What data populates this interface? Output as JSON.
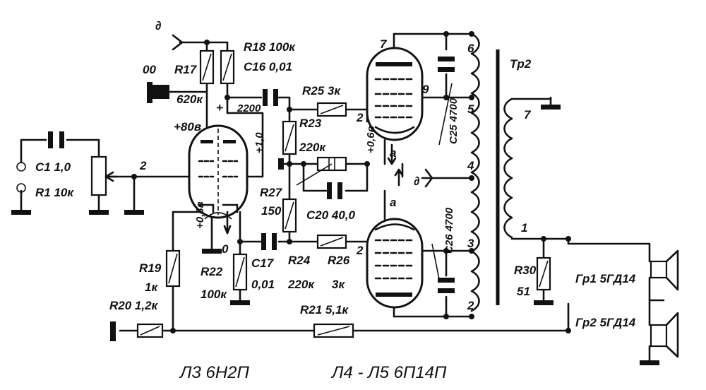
{
  "labels": {
    "d_top": "∂",
    "r18": "R18 100к",
    "oo": "00",
    "r17": "R17",
    "r17_val": "620к",
    "c16": "C16 0,01",
    "plus": "+",
    "v2200": "2200",
    "r25": "R25 3к",
    "plus80": "+80в",
    "plus10": "+1,0",
    "r23": "R23",
    "r23_val": "220к",
    "plus06": "+0,6в",
    "c1": "C1 1,0",
    "r1": "R1 10к",
    "pin2_left": "2",
    "r27": "R27",
    "r27_val": "150",
    "c20": "C20 40,0",
    "plus08": "+0,8в",
    "pin0": "0",
    "r22": "R22",
    "r22_val": "100к",
    "c17": "C17",
    "c17_val": "0,01",
    "r24": "R24",
    "r24_val": "220к",
    "r26": "R26",
    "r26_val": "3к",
    "r19": "R19",
    "r19_val": "1к",
    "r20": "R20 1,2к",
    "r21": "R21 5,1к",
    "a_up": "a",
    "a_low": "a",
    "d_mid": "∂",
    "c25": "C25 4700",
    "c26": "C26 4700",
    "n7": "7",
    "n6": "6",
    "n9": "9",
    "n5": "5",
    "n4": "4",
    "n3": "3",
    "n2": "2",
    "n1": "1",
    "n7b": "7",
    "pin2_up": "2",
    "pin2_low": "2",
    "tr2": "Tp2",
    "r30": "R30",
    "r30_val": "51",
    "gr1": "Гр1 5ГД14",
    "gr2": "Гр2 5ГД14",
    "l3": "Л3 6Н2П",
    "l45": "Л4 - Л5 6П14П"
  }
}
